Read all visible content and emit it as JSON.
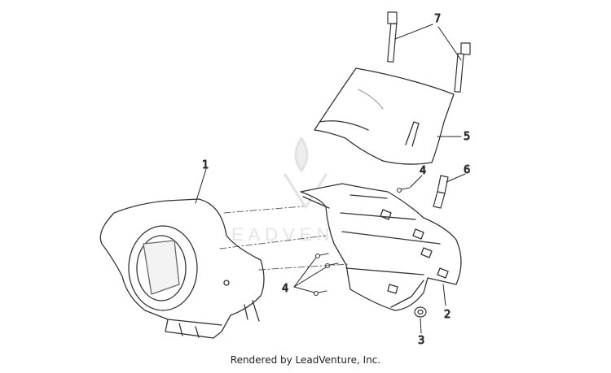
{
  "diagram": {
    "callouts": [
      {
        "id": "1",
        "label": "1"
      },
      {
        "id": "2",
        "label": "2"
      },
      {
        "id": "3",
        "label": "3"
      },
      {
        "id": "4a",
        "label": "4"
      },
      {
        "id": "4b",
        "label": "4"
      },
      {
        "id": "5",
        "label": "5"
      },
      {
        "id": "6",
        "label": "6"
      },
      {
        "id": "7",
        "label": "7"
      }
    ],
    "watermark": "LEADVENTURE",
    "footer": "Rendered by LeadVenture, Inc."
  },
  "colors": {
    "line": "#333333",
    "fill": "#ffffff",
    "shade": "#e9e9e9",
    "watermark": "#e4e4e4"
  }
}
